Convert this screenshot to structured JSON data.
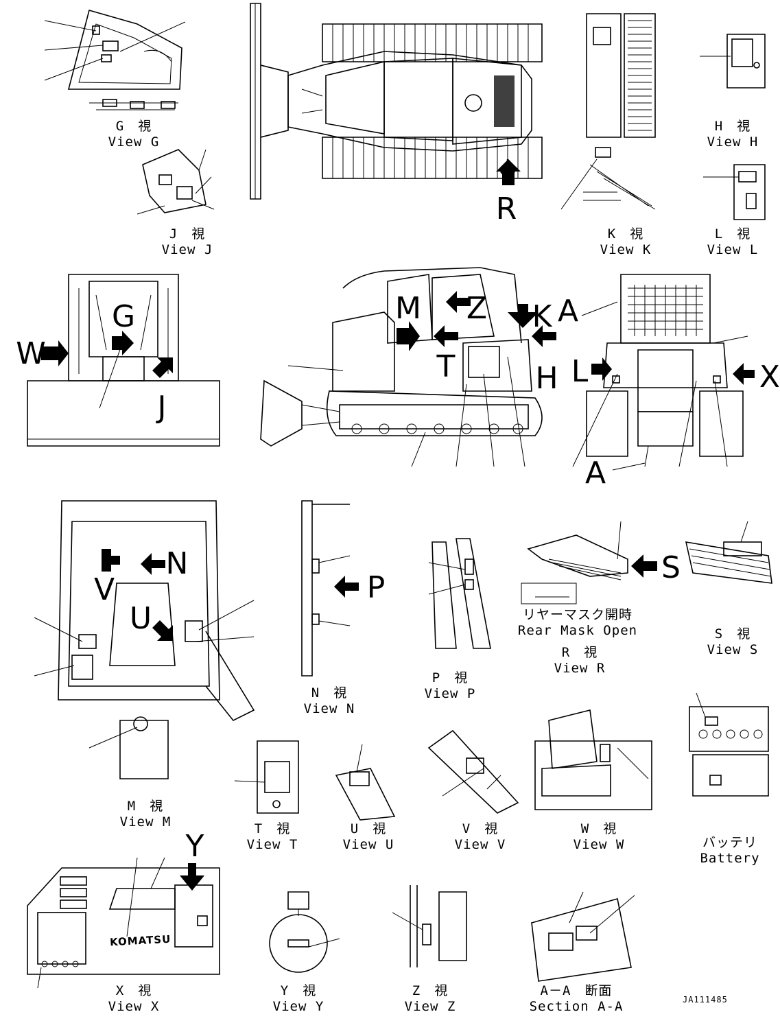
{
  "views": {
    "g": {
      "jp": "G　視",
      "en": "View G"
    },
    "h": {
      "jp": "H　視",
      "en": "View H"
    },
    "j": {
      "jp": "J　視",
      "en": "View J"
    },
    "k": {
      "jp": "K　視",
      "en": "View K"
    },
    "l": {
      "jp": "L　視",
      "en": "View L"
    },
    "m": {
      "jp": "M　視",
      "en": "View M"
    },
    "n": {
      "jp": "N　視",
      "en": "View N"
    },
    "p": {
      "jp": "P　視",
      "en": "View P"
    },
    "r": {
      "jp": "R　視",
      "en": "View R"
    },
    "s": {
      "jp": "S　視",
      "en": "View S"
    },
    "t": {
      "jp": "T　視",
      "en": "View T"
    },
    "u": {
      "jp": "U　視",
      "en": "View U"
    },
    "v": {
      "jp": "V　視",
      "en": "View V"
    },
    "w": {
      "jp": "W　視",
      "en": "View W"
    },
    "x": {
      "jp": "X　視",
      "en": "View X"
    },
    "y": {
      "jp": "Y　視",
      "en": "View Y"
    },
    "z": {
      "jp": "Z　視",
      "en": "View Z"
    },
    "aa": {
      "jp": "A－A　断面",
      "en": "Section A-A"
    },
    "rear_mask": {
      "jp": "リヤーマスク開時",
      "en": "Rear Mask Open"
    },
    "battery": {
      "jp": "バッテリ",
      "en": "Battery"
    }
  },
  "arrow_letters": {
    "r": "R",
    "m": "M",
    "z": "Z",
    "k": "K",
    "t": "T",
    "h": "H",
    "g": "G",
    "w": "W",
    "j": "J",
    "a_top": "A",
    "a_bottom": "A",
    "l": "L",
    "x": "X",
    "n": "N",
    "v": "V",
    "u": "U",
    "p": "P",
    "s": "S",
    "y": "Y"
  },
  "brand_text": "KOMATSU",
  "drawing_ref": "JA111485"
}
